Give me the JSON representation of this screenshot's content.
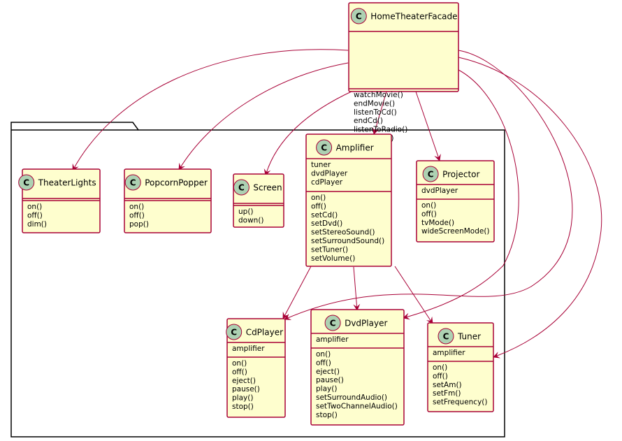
{
  "classes": {
    "facade": {
      "name": "HomeTheaterFacade",
      "badge": "C",
      "fields": [],
      "methods": [
        "watchMovie()",
        "endMovie()",
        "listenToCd()",
        "endCd()",
        "listenToRadio()",
        "endRadio()"
      ]
    },
    "lights": {
      "name": "TheaterLights",
      "badge": "C",
      "fields": [],
      "methods": [
        "on()",
        "off()",
        "dim()"
      ]
    },
    "popper": {
      "name": "PopcornPopper",
      "badge": "C",
      "fields": [],
      "methods": [
        "on()",
        "off()",
        "pop()"
      ]
    },
    "screen": {
      "name": "Screen",
      "badge": "C",
      "fields": [],
      "methods": [
        "up()",
        "down()"
      ]
    },
    "amplifier": {
      "name": "Amplifier",
      "badge": "C",
      "fields": [
        "tuner",
        "dvdPlayer",
        "cdPlayer"
      ],
      "methods": [
        "on()",
        "off()",
        "setCd()",
        "setDvd()",
        "setStereoSound()",
        "setSurroundSound()",
        "setTuner()",
        "setVolume()"
      ]
    },
    "projector": {
      "name": "Projector",
      "badge": "C",
      "fields": [
        "dvdPlayer"
      ],
      "methods": [
        "on()",
        "off()",
        "tvMode()",
        "wideScreenMode()"
      ]
    },
    "cdplayer": {
      "name": "CdPlayer",
      "badge": "C",
      "fields": [
        "amplifier"
      ],
      "methods": [
        "on()",
        "off()",
        "eject()",
        "pause()",
        "play()",
        "stop()"
      ]
    },
    "dvdplayer": {
      "name": "DvdPlayer",
      "badge": "C",
      "fields": [
        "amplifier"
      ],
      "methods": [
        "on()",
        "off()",
        "eject()",
        "pause()",
        "play()",
        "setSurroundAudio()",
        "setTwoChannelAudio()",
        "stop()"
      ]
    },
    "tuner": {
      "name": "Tuner",
      "badge": "C",
      "fields": [
        "amplifier"
      ],
      "methods": [
        "on()",
        "off()",
        "setAm()",
        "setFm()",
        "setFrequency()"
      ]
    }
  },
  "relations": [
    {
      "from": "HomeTheaterFacade",
      "to": "TheaterLights"
    },
    {
      "from": "HomeTheaterFacade",
      "to": "PopcornPopper"
    },
    {
      "from": "HomeTheaterFacade",
      "to": "Screen"
    },
    {
      "from": "HomeTheaterFacade",
      "to": "Amplifier"
    },
    {
      "from": "HomeTheaterFacade",
      "to": "Projector"
    },
    {
      "from": "HomeTheaterFacade",
      "to": "CdPlayer"
    },
    {
      "from": "HomeTheaterFacade",
      "to": "DvdPlayer"
    },
    {
      "from": "HomeTheaterFacade",
      "to": "Tuner"
    },
    {
      "from": "Amplifier",
      "to": "CdPlayer"
    },
    {
      "from": "Amplifier",
      "to": "DvdPlayer"
    },
    {
      "from": "Amplifier",
      "to": "Tuner"
    }
  ],
  "colors": {
    "box_fill": "#FEFECE",
    "border": "#A80036",
    "badge": "#ADD1B2"
  }
}
